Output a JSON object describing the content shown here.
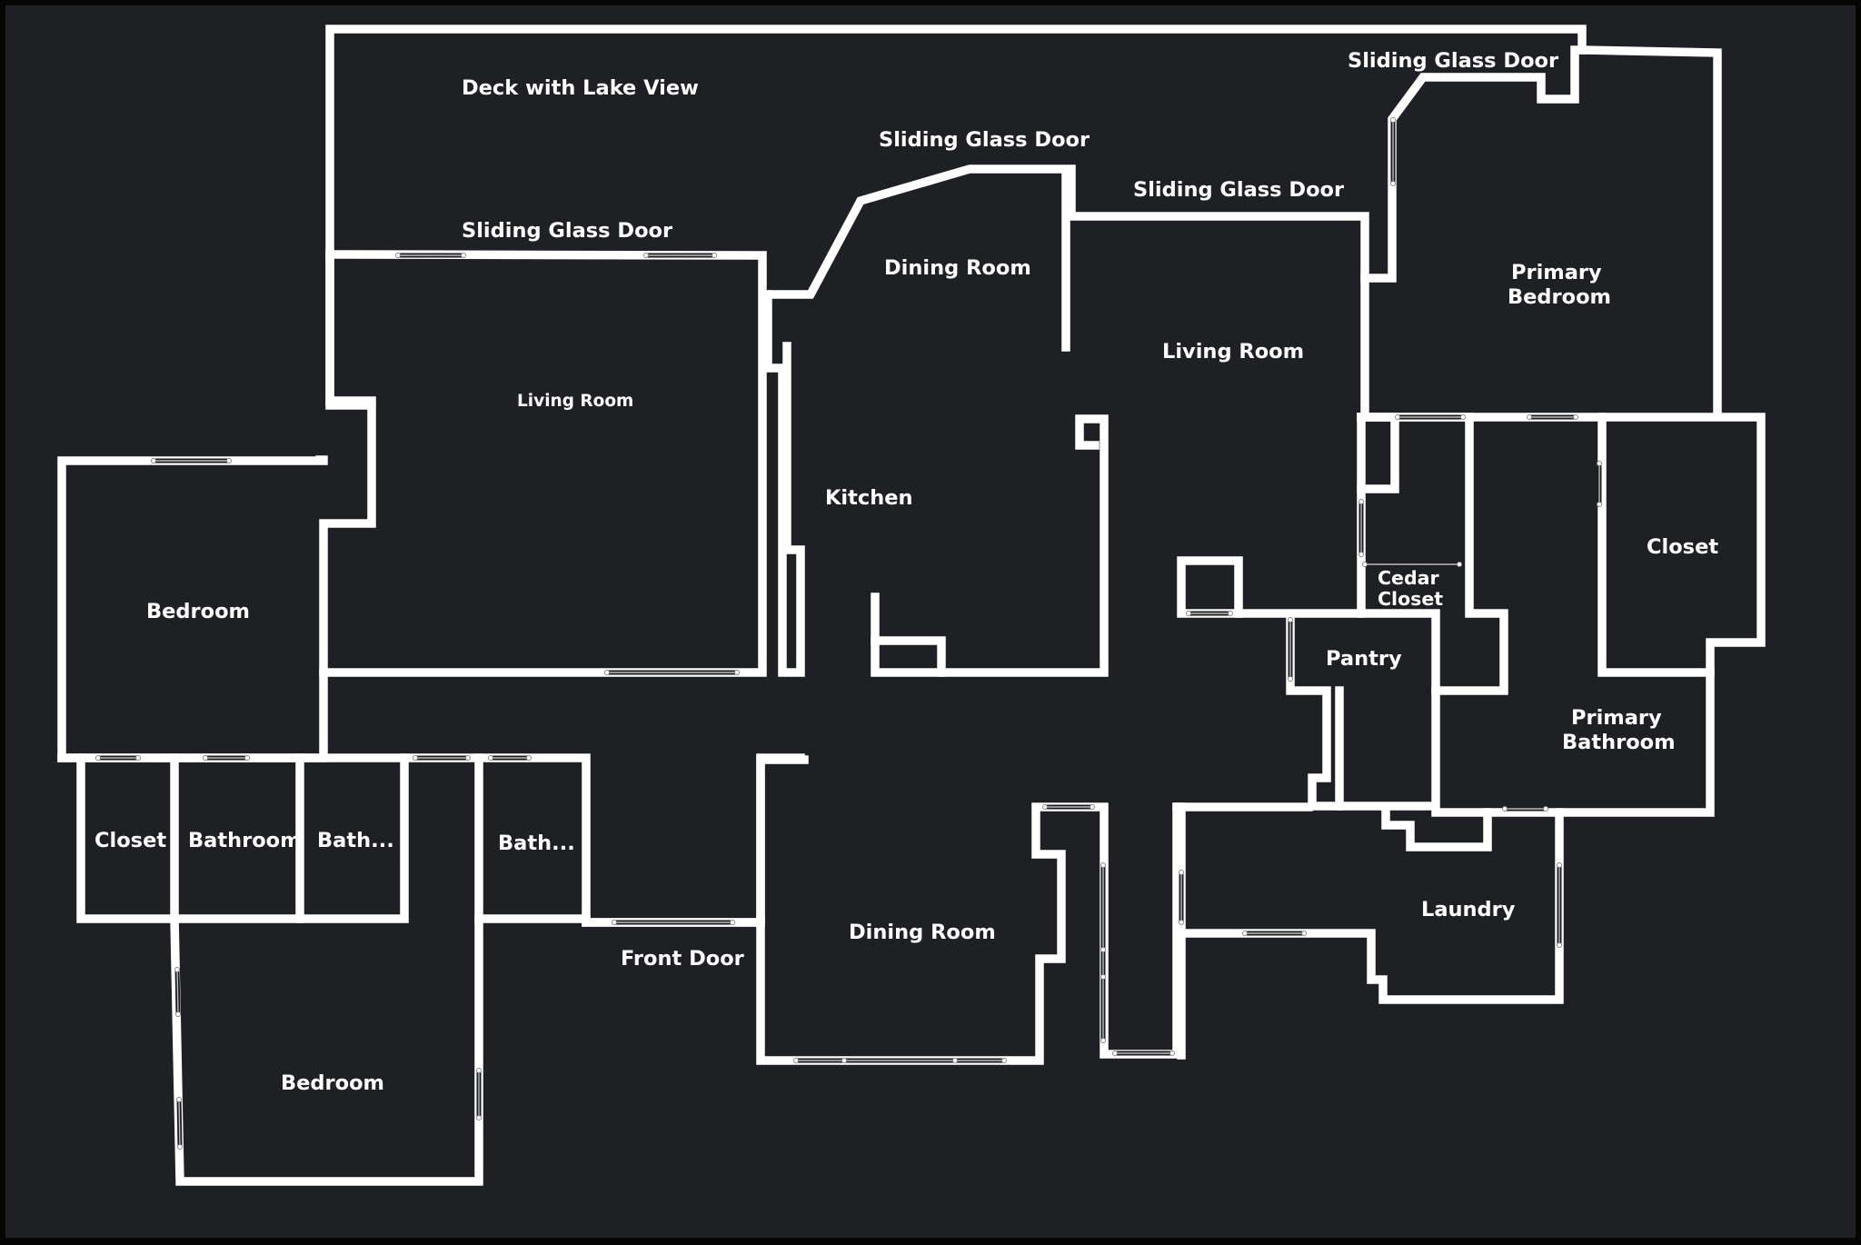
{
  "colors": {
    "background": "#1f2023",
    "frame": "#050505",
    "walls": "#ffffff",
    "labels": "#ffffff"
  },
  "labels": {
    "deck": "Deck  with Lake View",
    "sliding_door_top_right": "Sliding Glass Door",
    "sliding_door_center": "Sliding Glass Door",
    "sliding_door_right": "Sliding Glass Door",
    "sliding_door_left": "Sliding Glass Door",
    "dining_room_top": "Dining Room",
    "primary_bedroom_line1": "Primary",
    "primary_bedroom_line2": "Bedroom",
    "living_room_right": "Living Room",
    "living_room_left": "Living Room",
    "kitchen": "Kitchen",
    "closet_right": "Closet",
    "cedar_closet_line1": "Cedar",
    "cedar_closet_line2": "Closet",
    "bedroom_left": "Bedroom",
    "pantry": "Pantry",
    "primary_bathroom_line1": "Primary",
    "primary_bathroom_line2": "Bathroom",
    "closet_left": "Closet",
    "bathroom": "Bathroom",
    "bath_1": "Bath...",
    "bath_2": "Bath...",
    "laundry": "Laundry",
    "dining_room_bottom": "Dining Room",
    "front_door": "Front Door",
    "bedroom_bottom": "Bedroom"
  }
}
